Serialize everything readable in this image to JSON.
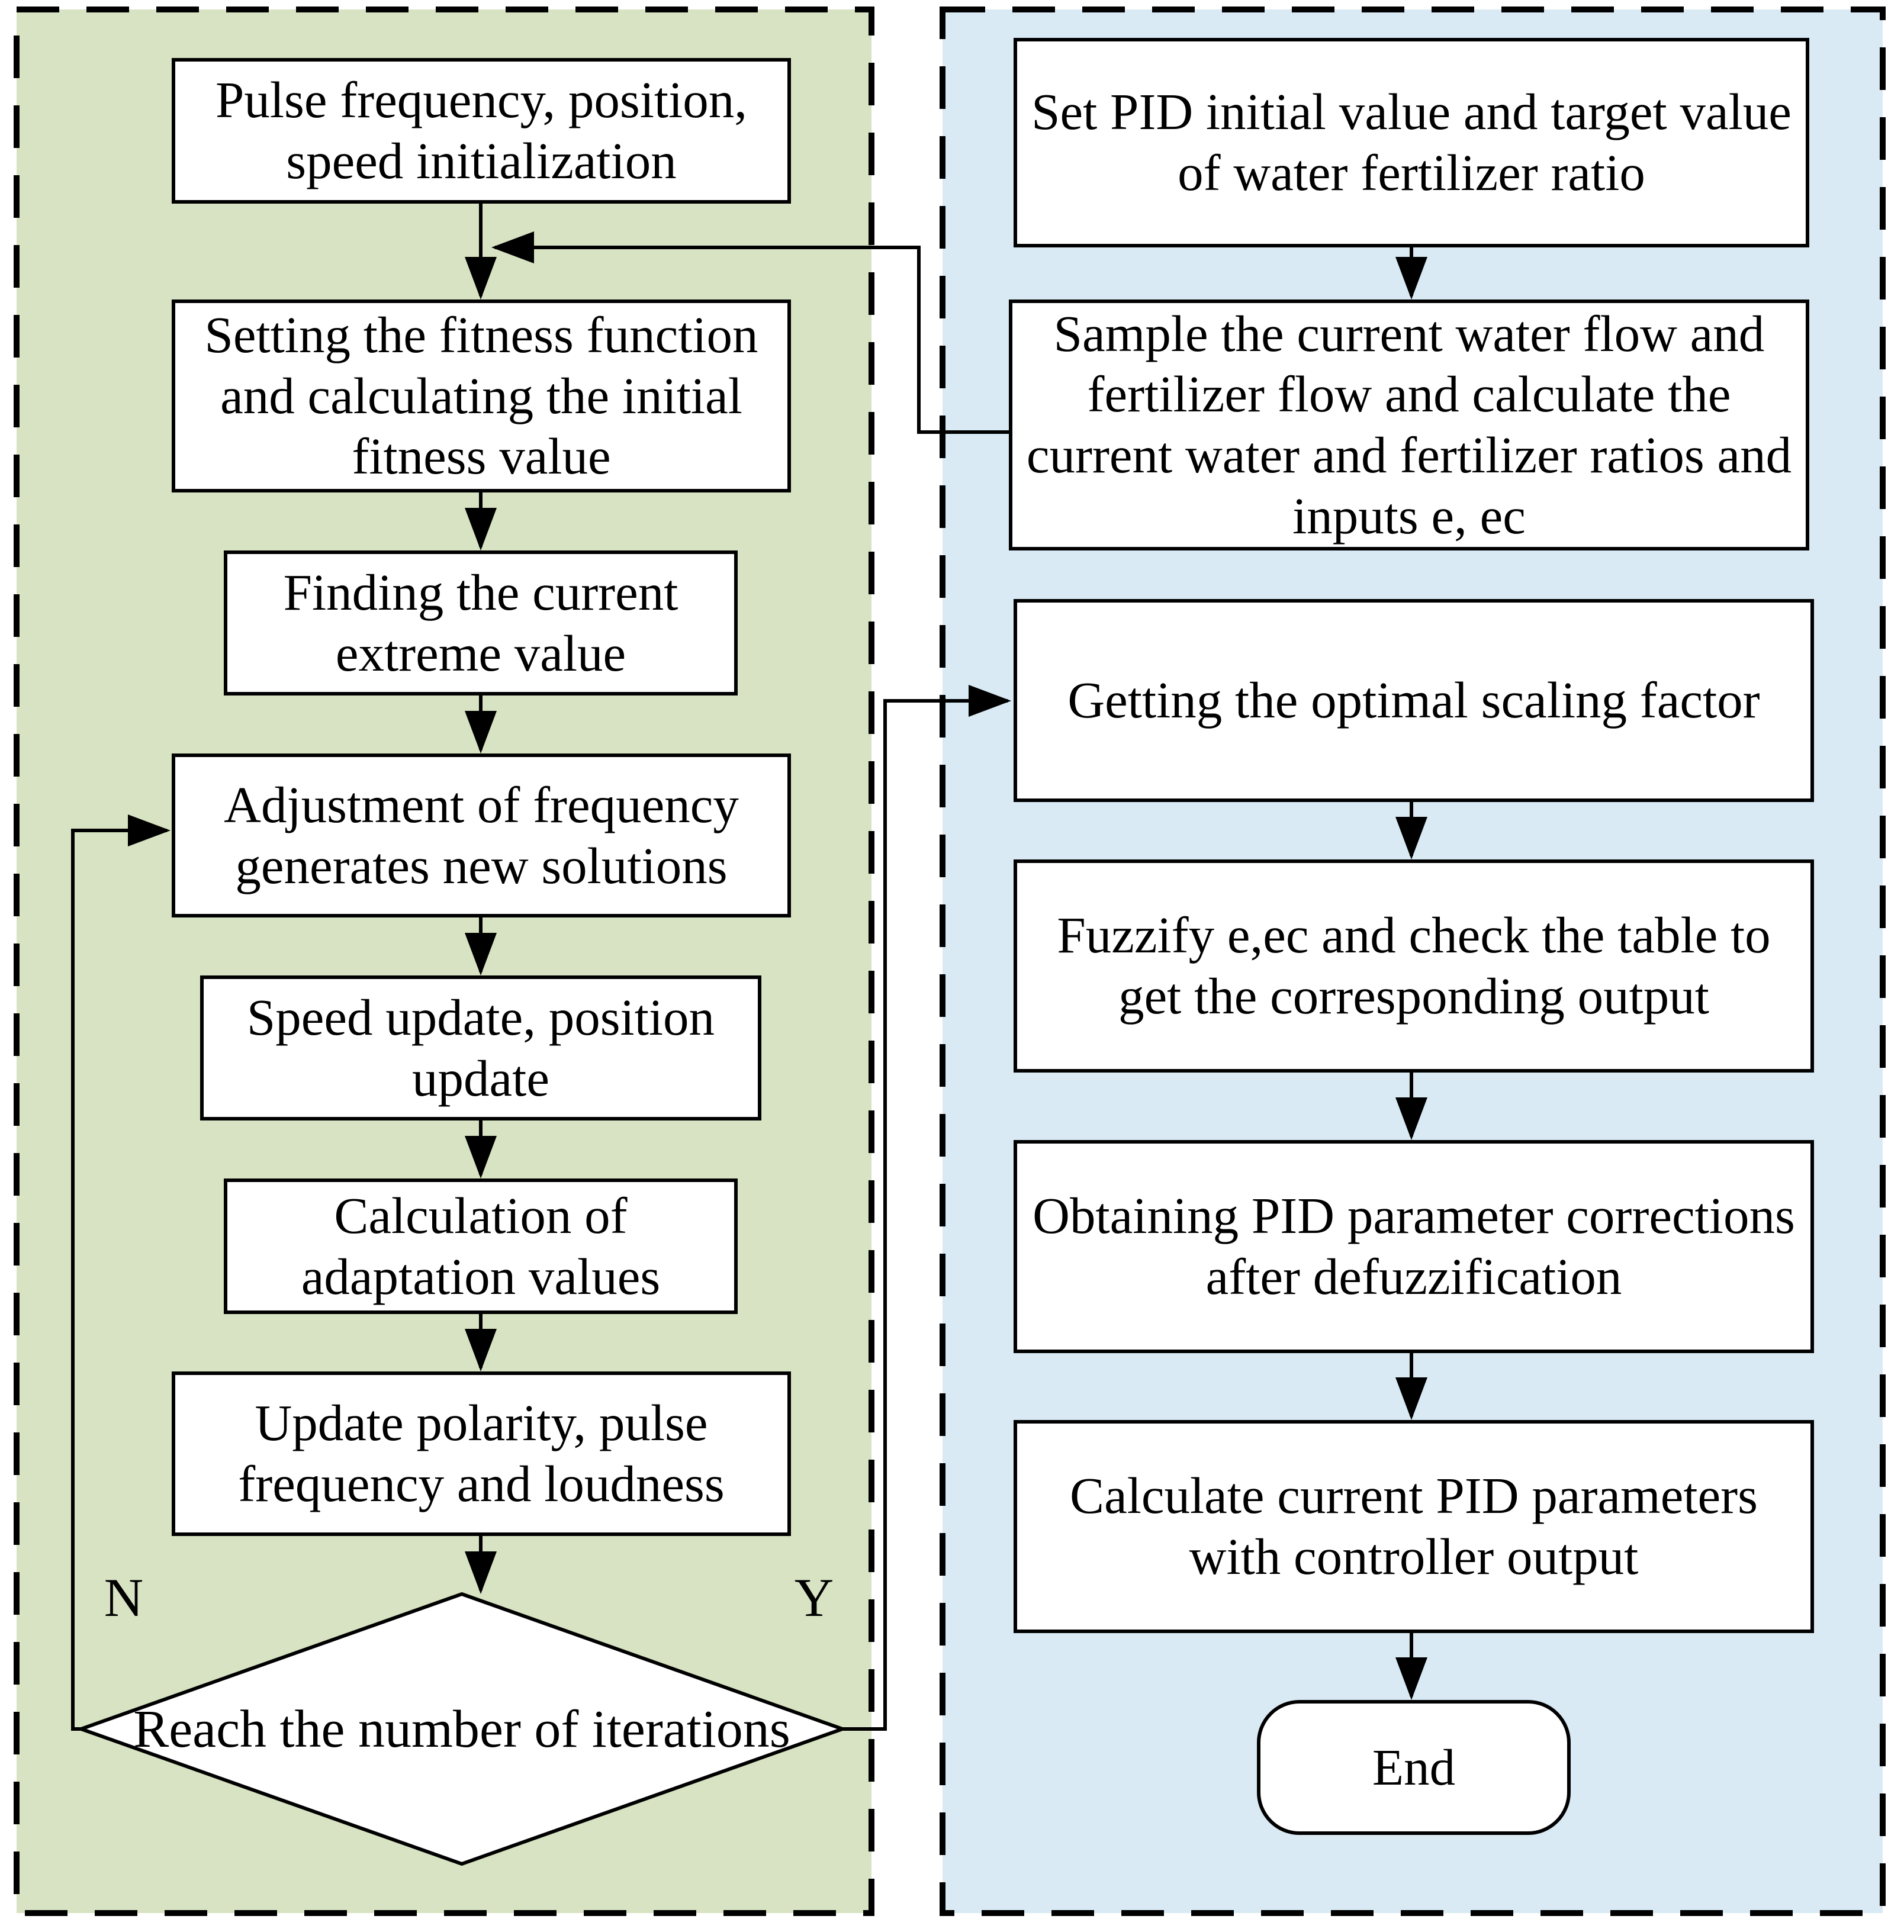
{
  "figure": {
    "type": "flowchart",
    "left_panel": {
      "bg_color": "#d7e3c2",
      "nodes": {
        "init": "Pulse frequency, position, speed initialization",
        "fitness": "Setting the fitness function and calculating the initial fitness value",
        "extreme": "Finding the current extreme value",
        "adjust": "Adjustment of frequency generates new solutions",
        "speed": "Speed update, position update",
        "adaptation": "Calculation of adaptation values",
        "polarity": "Update polarity, pulse frequency and loudness"
      },
      "decision": "Reach the number of iterations",
      "branch_no": "N",
      "branch_yes": "Y"
    },
    "right_panel": {
      "bg_color": "#d9eaf4",
      "nodes": {
        "set_pid": "Set PID initial value and target value of water fertilizer ratio",
        "sample": "Sample the current water flow and fertilizer flow and calculate the current water and fertilizer ratios and inputs e, ec",
        "scaling": "Getting the optimal scaling factor",
        "fuzzify": "Fuzzify e,ec and check the table to get the corresponding output",
        "defuzz": "Obtaining PID parameter corrections after defuzzification",
        "calc": "Calculate current PID parameters with controller output",
        "end": "End"
      }
    },
    "colors": {
      "line": "#000000",
      "node_bg": "#ffffff",
      "node_border": "#000000"
    }
  }
}
